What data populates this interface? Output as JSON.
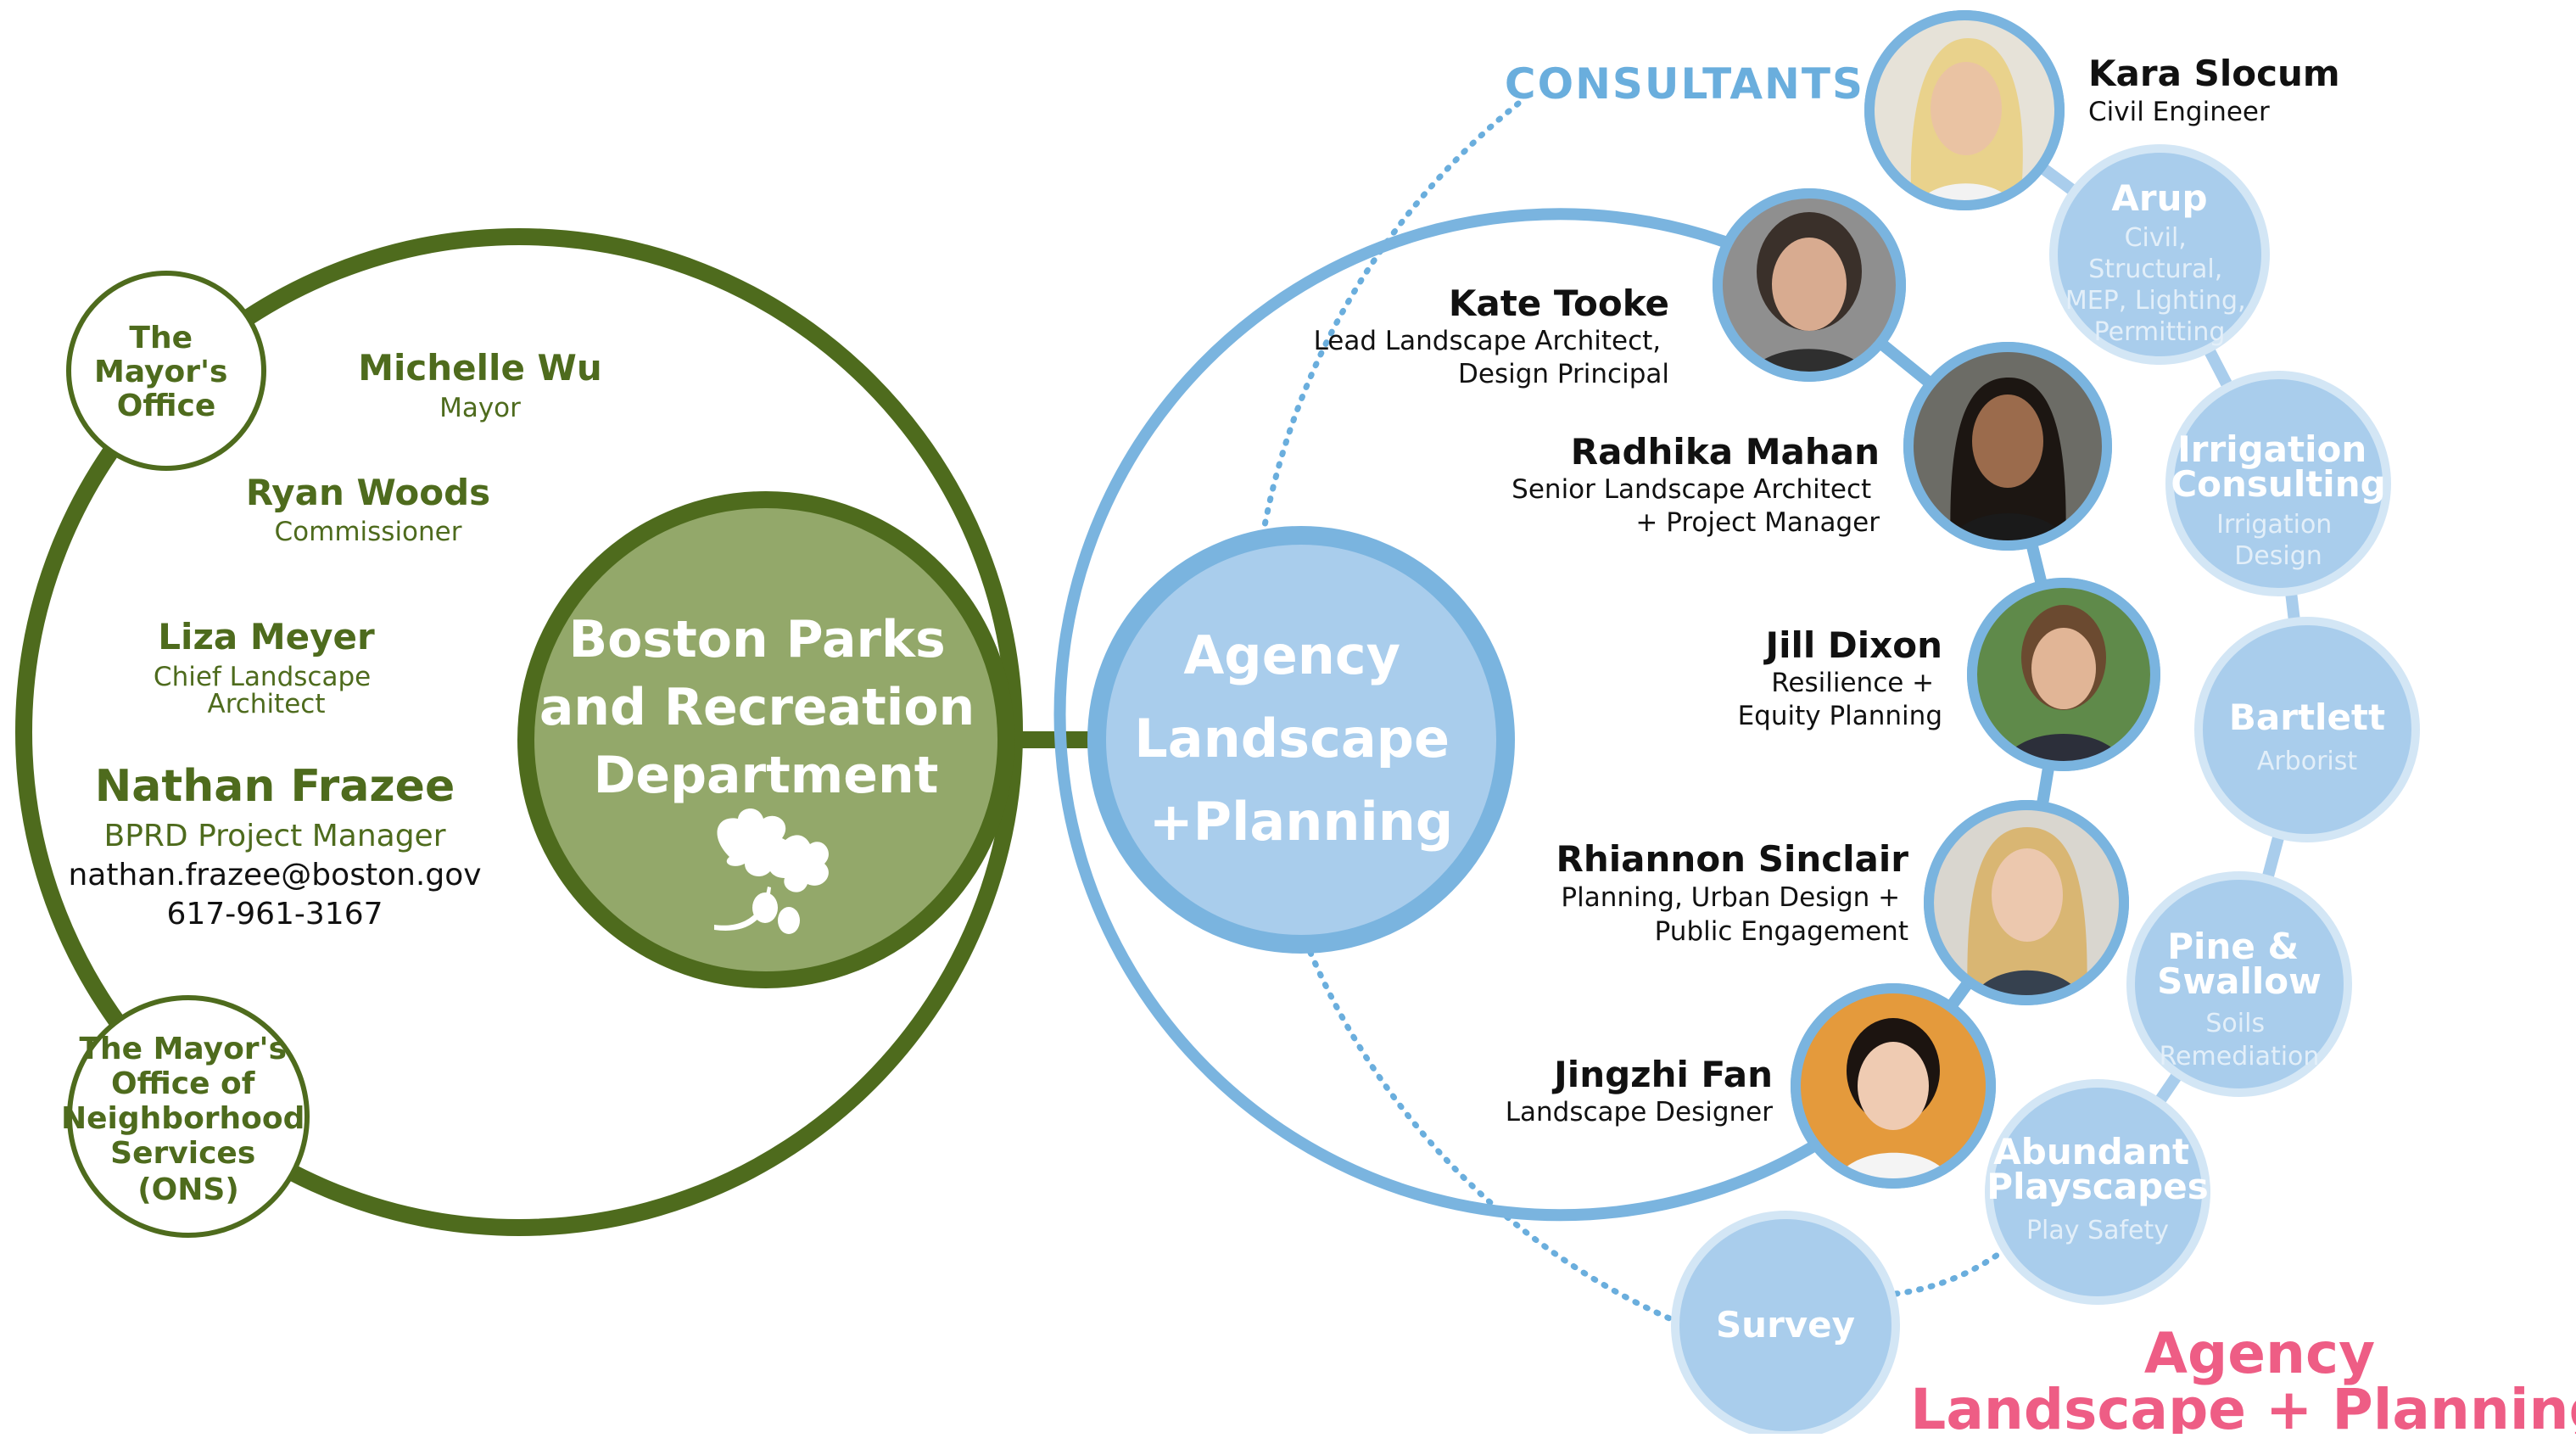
{
  "colors": {
    "dark_green": "#4e6b1d",
    "mid_green": "#93a86a",
    "blue": "#7ab4df",
    "light_blue": "#a9cdec",
    "blue_text_light": "#e3eff9",
    "consultants_blue": "#6aaedd",
    "pink": "#ee5d85",
    "black": "#111111",
    "white": "#ffffff"
  },
  "city": {
    "mayors_office": [
      "The",
      "Mayor's",
      "Office"
    ],
    "ons": [
      "The Mayor's",
      "Office of",
      "Neighborhood",
      "Services",
      "(ONS)"
    ],
    "people": [
      {
        "name": "Michelle Wu",
        "title": [
          "Mayor"
        ]
      },
      {
        "name": "Ryan Woods",
        "title": [
          "Commissioner"
        ]
      },
      {
        "name": "Liza Meyer",
        "title": [
          "Chief Landscape",
          "Architect"
        ]
      }
    ],
    "project_manager": {
      "name": "Nathan Frazee",
      "title": "BPRD Project Manager",
      "email": "nathan.frazee@boston.gov",
      "phone": "617-961-3167"
    },
    "department": [
      "Boston Parks",
      "and Recreation",
      "Department"
    ],
    "department_icon": "acorn-oak-leaf-icon"
  },
  "agency": {
    "hub": [
      "Agency",
      "Landscape",
      "+Planning"
    ],
    "team": [
      {
        "name": "Kate Tooke",
        "title": [
          "Lead Landscape Architect,",
          "Design Principal"
        ],
        "avatar": "portrait-kate-tooke"
      },
      {
        "name": "Radhika Mahan",
        "title": [
          "Senior Landscape Architect",
          "+ Project Manager"
        ],
        "avatar": "portrait-radhika-mahan"
      },
      {
        "name": "Jill Dixon",
        "title": [
          "Resilience +",
          "Equity Planning"
        ],
        "avatar": "portrait-jill-dixon"
      },
      {
        "name": "Rhiannon Sinclair",
        "title": [
          "Planning, Urban Design +",
          "Public Engagement"
        ],
        "avatar": "portrait-rhiannon-sinclair"
      },
      {
        "name": "Jingzhi Fan",
        "title": [
          "Landscape Designer"
        ],
        "avatar": "portrait-jingzhi-fan"
      }
    ]
  },
  "consultants": {
    "heading": "CONSULTANTS",
    "lead": {
      "name": "Kara Slocum",
      "title": "Civil Engineer",
      "avatar": "portrait-kara-slocum"
    },
    "firms": [
      {
        "name": [
          "Arup"
        ],
        "services": [
          "Civil,",
          "Structural,",
          "MEP, Lighting,",
          "Permitting"
        ]
      },
      {
        "name": [
          "Irrigation",
          "Consulting"
        ],
        "services": [
          "Irrigation",
          "Design"
        ]
      },
      {
        "name": [
          "Bartlett"
        ],
        "services": [
          "Arborist"
        ]
      },
      {
        "name": [
          "Pine &",
          "Swallow"
        ],
        "services": [
          "Soils",
          "Remediation"
        ]
      },
      {
        "name": [
          "Abundant",
          "Playscapes"
        ],
        "services": [
          "Play Safety"
        ]
      },
      {
        "name": [
          "Survey"
        ],
        "services": []
      }
    ]
  },
  "logo": {
    "line1": "Agency",
    "line2": "Landscape + Planning"
  }
}
